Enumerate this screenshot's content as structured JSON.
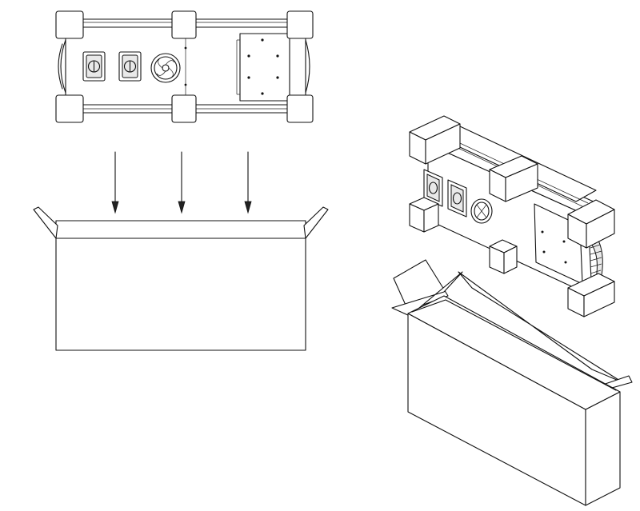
{
  "diagram": {
    "panels": [
      {
        "view": "top-view"
      },
      {
        "view": "isometric-view"
      }
    ],
    "arrows": 3,
    "colors": {
      "line": "#111111",
      "background": "#ffffff",
      "shade": "#e9e9e9"
    }
  }
}
